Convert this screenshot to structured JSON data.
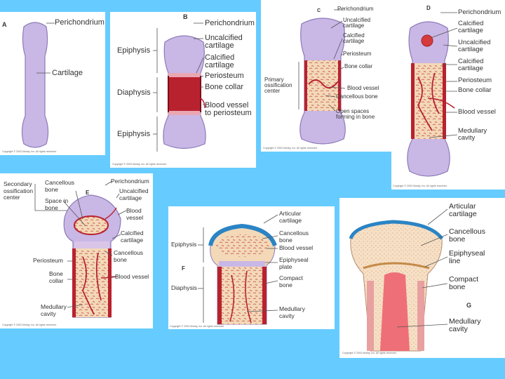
{
  "panels": {
    "A": {
      "letter": "A",
      "labels": [
        "Perichondrium",
        "Cartilage"
      ],
      "copyright": "Copyright © 2003 Mosby, Inc. All rights reserved."
    },
    "B": {
      "letter": "B",
      "labels": [
        "Perichondrium",
        "Uncalcified\ncartilage",
        "Calcified\ncartilage",
        "Periosteum",
        "Bone collar",
        "Blood vessel\nto periosteum",
        "Epiphysis",
        "Diaphysis",
        "Epiphysis"
      ],
      "copyright": "Copyright © 2003 Mosby, Inc. All rights reserved."
    },
    "C": {
      "letter": "C",
      "labels": [
        "Perichondrium",
        "Uncalcified\ncartilage",
        "Calcified\ncartilage",
        "Periosteum",
        "Bone collar",
        "Primary\nossification\ncenter",
        "Blood vessel",
        "Cancellous bone",
        "Open spaces\nforming in bone"
      ],
      "copyright": "Copyright © 2003 Mosby, Inc. All rights reserved."
    },
    "D": {
      "letter": "D",
      "labels": [
        "Perichondrium",
        "Calcified\ncartilage",
        "Uncalcified\ncartilage",
        "Calcified\ncartilage",
        "Periosteum",
        "Bone collar",
        "Blood vessel",
        "Medullary\ncavity"
      ],
      "copyright": "Copyright © 2003 Mosby, Inc. All rights reserved."
    },
    "E": {
      "letter": "E",
      "labels": [
        "Secondary\nossification\ncenter",
        "Cancellous\nbone",
        "Perichondrium",
        "Uncalcified\ncartilage",
        "Space in\nbone",
        "Blood\nvessel",
        "Calcified\ncartilage",
        "Cancellous\nbone",
        "Periosteum",
        "Bone\ncollar",
        "Blood vessel",
        "Medullary\ncavity"
      ],
      "copyright": "Copyright © 2003 Mosby, Inc. All rights reserved."
    },
    "F": {
      "letter": "F",
      "labels": [
        "Articular\ncartilage",
        "Cancellous\nbone",
        "Epiphysis",
        "Blood vessel",
        "Epiphyseal\nplate",
        "Compact\nbone",
        "Diaphysis",
        "Medullary\ncavity"
      ],
      "copyright": "Copyright © 2003 Mosby, Inc. All rights reserved."
    },
    "G": {
      "letter": "G",
      "labels": [
        "Articular\ncartilage",
        "Cancellous\nbone",
        "Epiphyseal\nline",
        "Compact\nbone",
        "Medullary\ncavity"
      ],
      "copyright": "Copyright © 2003 Mosby, Inc. All rights reserved."
    }
  },
  "colors": {
    "background": "#66ccff",
    "cartilage": "#c9b7e6",
    "bone": "#f3d9b8",
    "blood": "#b8222e",
    "articular": "#2b84c4"
  }
}
